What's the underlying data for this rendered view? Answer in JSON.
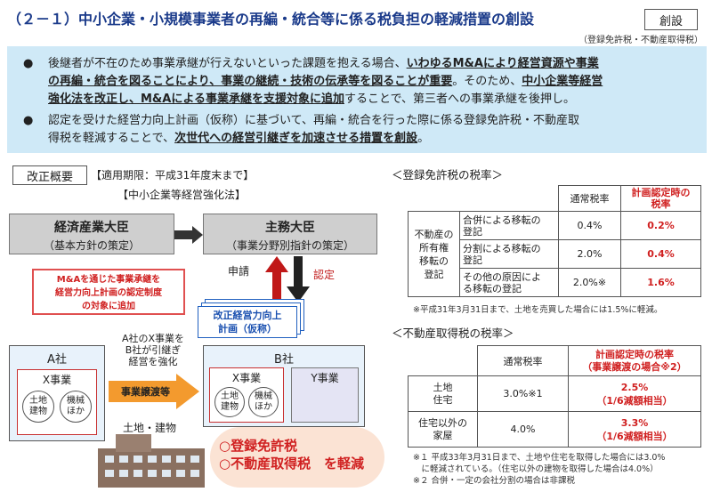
{
  "header": {
    "title": "（２－１）中小企業・小規模事業者の再編・統合等に係る税負担の軽減措置の創設",
    "subtitle": "（登録免許税・不動産取得税）",
    "badge": "創設"
  },
  "summary": {
    "b1_a": "後継者が不在のため事業承継が行えないといった課題を抱える場合、",
    "b1_b": "いわゆるM&Aにより経営資源や事業",
    "b1_c": "の再編・統合を図ることにより、事業の継続・技術の伝承等を図ることが重要",
    "b1_d": "。そのため、",
    "b1_e": "中小企業等経営",
    "b1_f": "強化法を改正し、M&Aによる事業承継を支援対象に追加",
    "b1_g": "することで、第三者への事業承継を後押し。",
    "b2_a": "認定を受けた経営力向上計画（仮称）に基づいて、再編・統合を行った際に係る登録免許税・不動産取",
    "b2_b": "得税を軽減することで、",
    "b2_c": "次世代への経営引継ぎを加速させる措置を創設",
    "b2_d": "。",
    "bullet": "●"
  },
  "outline": {
    "label": "改正概要",
    "period": "【適用期限：平成31年度末まで】",
    "law": "【中小企業等経営強化法】",
    "meti": {
      "title": "経済産業大臣",
      "sub": "（基本方針の策定）"
    },
    "minister": {
      "title": "主務大臣",
      "sub": "（事業分野別指針の策定）"
    },
    "apply": "申請",
    "approve": "認定",
    "callout": [
      "M&Aを通じた事業承継を",
      "経営力向上計画の認定制度",
      "の対象に追加"
    ],
    "plan": [
      "改正経営力向上",
      "計画（仮称）"
    ],
    "company_a": "A社",
    "company_b": "B社",
    "x_biz": "X事業",
    "y_biz": "Y事業",
    "land": [
      "土地",
      "建物"
    ],
    "machine": [
      "機械",
      "ほか"
    ],
    "inherit_text": [
      "A社のX事業を",
      "B社が引継ぎ",
      "経営を強化"
    ],
    "transfer": "事業譲渡等",
    "land_building": "土地・建物",
    "reduce1": "○登録免許税",
    "reduce2": "○不動産取得税",
    "reduce3": "を軽減"
  },
  "reg_tax": {
    "title": "＜登録免許税の税率＞",
    "h_normal": "通常税率",
    "h_plan": [
      "計画認定時の",
      "税率"
    ],
    "group": [
      "不動産の",
      "所有権",
      "移転の",
      "登記"
    ],
    "rows": [
      {
        "label": [
          "合併による移転の",
          "登記"
        ],
        "normal": "0.4%",
        "plan": "0.2%"
      },
      {
        "label": [
          "分割による移転の",
          "登記"
        ],
        "normal": "2.0%",
        "plan": "0.4%"
      },
      {
        "label": [
          "その他の原因によ",
          "る移転の登記"
        ],
        "normal": "2.0%※",
        "plan": "1.6%"
      }
    ],
    "note": "※平成31年3月31日まで、土地を売買した場合には1.5%に軽減。"
  },
  "acq_tax": {
    "title": "＜不動産取得税の税率＞",
    "h_normal": "通常税率",
    "h_plan": [
      "計画認定時の税率",
      "（事業譲渡の場合※2）"
    ],
    "rows": [
      {
        "label": [
          "土地",
          "住宅"
        ],
        "normal": "3.0%※1",
        "plan": [
          "2.5%",
          "（1/6減額相当）"
        ]
      },
      {
        "label": [
          "住宅以外の",
          "家屋"
        ],
        "normal": "4.0%",
        "plan": [
          "3.3%",
          "（1/6減額相当）"
        ]
      }
    ],
    "note1": "※１ 平成33年3月31日まで、土地や住宅を取得した場合には3.0%",
    "note2": "　に軽減されている。（住宅以外の建物を取得した場合は4.0%）",
    "note3": "※２ 合併・一定の会社分割の場合は非課税"
  }
}
